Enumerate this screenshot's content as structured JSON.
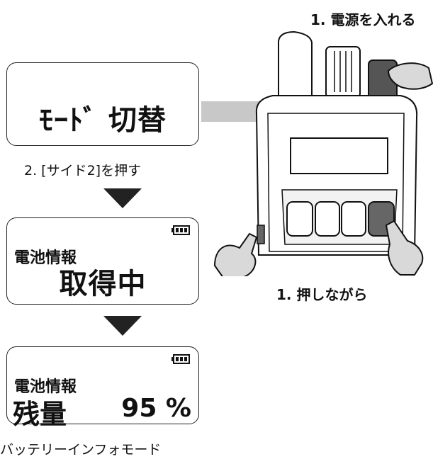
{
  "steps": {
    "power_on": "1. 電源を入れる",
    "press_side2": "2. [サイド2]を押す",
    "hold_while": "1. 押しながら"
  },
  "display1": {
    "text": "ﾓｰﾄﾞ 切替"
  },
  "display2": {
    "label": "電池情報",
    "status": "取得中"
  },
  "display3": {
    "label": "電池情報",
    "remain_label": "残量",
    "remain_value": "95 %"
  },
  "footer": {
    "mode_name": "バッテリーインフォモード"
  },
  "icons": [
    "battery-icon",
    "hand-icon",
    "down-arrow-icon"
  ]
}
